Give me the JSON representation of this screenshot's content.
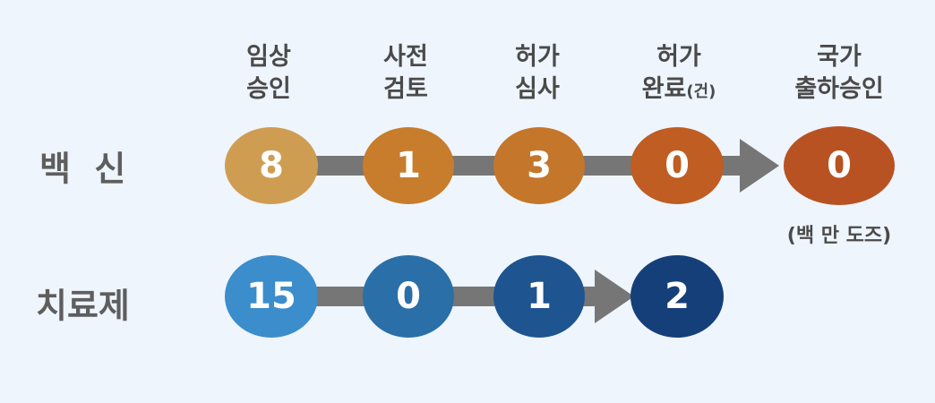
{
  "columns": [
    {
      "line1": "임상",
      "line2": "승인",
      "suffix": ""
    },
    {
      "line1": "사전",
      "line2": "검토",
      "suffix": ""
    },
    {
      "line1": "허가",
      "line2": "심사",
      "suffix": ""
    },
    {
      "line1": "허가",
      "line2": "완료",
      "suffix": "(건)"
    },
    {
      "line1": "국가",
      "line2": "출하승인",
      "suffix": ""
    }
  ],
  "rows": [
    {
      "label": "백  신",
      "values": [
        "8",
        "1",
        "3",
        "0",
        "0"
      ],
      "colors": [
        "#cf9d52",
        "#c77d2b",
        "#c4762a",
        "#bf5d22",
        "#b95222"
      ],
      "note": "(백 만 도즈)"
    },
    {
      "label": "치료제",
      "values": [
        "15",
        "0",
        "1",
        "2"
      ],
      "colors": [
        "#3b8dcc",
        "#2a6fa8",
        "#1e5490",
        "#153f78"
      ],
      "note": ""
    }
  ],
  "colors": {
    "background": "#eef5fd",
    "connector": "#767676",
    "header_text": "#4a4a4a",
    "row_label_text": "#5e5e5e"
  }
}
